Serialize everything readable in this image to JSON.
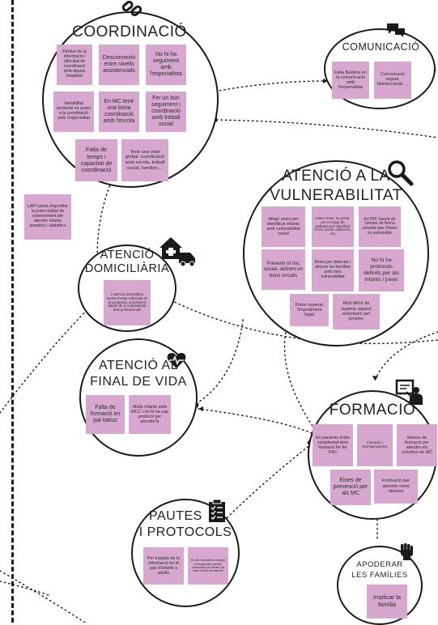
{
  "clusters": {
    "coordinacio": {
      "title": "COORDINACIÓ",
      "notes": [
        "Pèrdue de la informació i dificultat de coordinació amb alguns hospitals",
        "Desconnexió entre nivells assistencials",
        "No hi ha seguiment amb l'especialista",
        "Variabilitat territorial en quant a la coordinació amb l'especialitat",
        "En MC tenir una bona coordinació amb l'escola",
        "Fer un bon seguiment i coordinació amb treball social",
        "Falta de temps i capacitat de coordinació",
        "Tenir una visió global: coordinació amb escola, treball social, families,..."
      ]
    },
    "comunicacio": {
      "title": "COMUNICACIÓ",
      "notes": [
        "Falta fluïdesa en la comunicació amb l'especialista",
        "Comunicació segura, bidereccional, ..."
      ]
    },
    "vulnerabilitat": {
      "title_line1": "ATENCIÓ A LA",
      "title_line2": "VULNERABILITAT",
      "notes": [
        "Afegir eines per identificar infants amb vulnerabilitat social",
        "Calen eines, en privat, per a l'equip de pediatria per identificar el risc social, addicions, etc",
        "En l'HC hauria de constar de forma privada que l'infant és vulnerable",
        "Prevenir el risc social, definint un bons circuits",
        "Eines per detectar i atreure les famílies amb més vulnerabilitat",
        "No hi ha protocols definits per als infants i joves",
        "Poder superar l'impediment legal",
        "Molt difícil de superar aquest entrebanc pel juristes"
      ]
    },
    "standalone": {
      "note": "LAP hauria d'aprofitar la potencialitat de coneixement per atendre infants asmatics i diabètics"
    },
    "domiciliaria": {
      "title_line1": "ATENCIÓ",
      "title_line2": "DOMICILIÀRIA",
      "notes": [
        "L'atenció domiciliària hauria d'estar reflectida en el programa, actualment depèn de la voluntarietat dels professionals"
      ]
    },
    "final_vida": {
      "title_line1": "ATENCIÓ AL",
      "title_line2": "FINAL DE VIDA",
      "notes": [
        "Falta de formació en pal·liatius",
        "Molts infants amb MCC i no hi ha cap protocol per atendre'ls"
      ]
    },
    "formacio": {
      "title": "FORMACIÓ",
      "notes": [
        "En pacients d'alta complexitat tenir formació fer fer PIIC",
        "Formació i acompanyament",
        "Manca de formació per atendre els colectius de MC",
        "Eines de prevenció per als MC",
        "Formació per atendre nens obesos"
      ]
    },
    "pautes": {
      "title_line1": "PAUTES",
      "title_line2": "I PROTOCOLS",
      "notes": [
        "Per traspàs de la informació en el pas d'infants a adults",
        "En les consultes d'equips d'incapacitar pautes concretes per temes de salut sobre prevalents"
      ]
    },
    "apoderar": {
      "title_line1": "APODERAR",
      "title_line2": "LES FAMÍLIES",
      "notes": [
        "Implicar la família"
      ]
    }
  },
  "colors": {
    "note": "#d7a7d0",
    "line": "#1a1a1a"
  },
  "icons": [
    "chain-link-icon",
    "chat-bubbles-icon",
    "magnifier-icon",
    "home-ambulance-icon",
    "heart-pulse-icon",
    "teacher-board-icon",
    "clipboard-checklist-icon",
    "raised-fist-icon"
  ]
}
